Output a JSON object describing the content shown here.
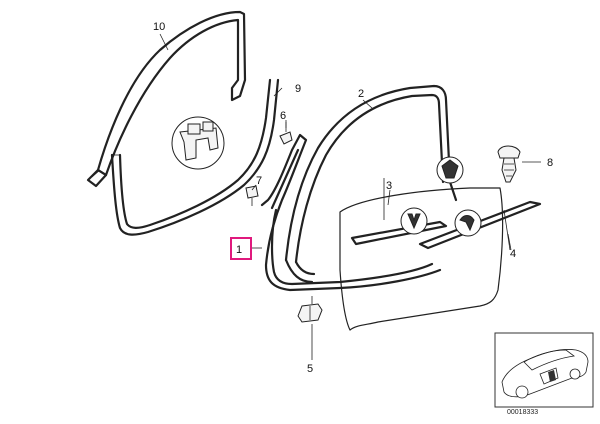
{
  "diagram": {
    "callouts": [
      {
        "id": "1",
        "label": "1",
        "highlighted": true
      },
      {
        "id": "2",
        "label": "2"
      },
      {
        "id": "3",
        "label": "3"
      },
      {
        "id": "4",
        "label": "4"
      },
      {
        "id": "5",
        "label": "5"
      },
      {
        "id": "6",
        "label": "6"
      },
      {
        "id": "7",
        "label": "7"
      },
      {
        "id": "8",
        "label": "8"
      },
      {
        "id": "9",
        "label": "9"
      },
      {
        "id": "10",
        "label": "10"
      }
    ],
    "reference_number": "00018333",
    "highlight_color": "#e0197d",
    "line_color": "#222222"
  }
}
